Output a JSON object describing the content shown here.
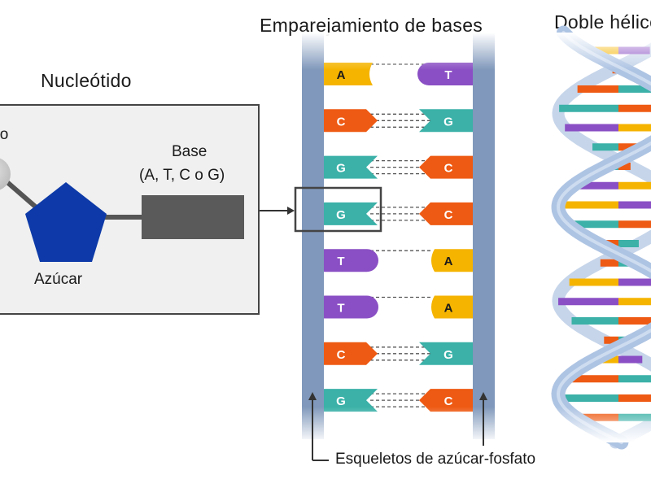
{
  "titles": {
    "nucleotide": "Nucleótido",
    "base_pairing": "Emparejamiento de bases",
    "double_helix": "Doble hélice"
  },
  "labels": {
    "phosphate": "Fosfato",
    "sugar": "Azúcar",
    "base": "Base",
    "base_options": "(A, T, C o G)",
    "backbones": "Esqueletos de azúcar-fosfato"
  },
  "colors": {
    "A": "#f5b400",
    "T": "#8a4fc4",
    "C": "#ee5a13",
    "G": "#3bb1a8",
    "sugar": "#0d3aa8",
    "base_block": "#5a5a5a",
    "backbone": "#8098bb",
    "helix_strand": "#aec4e3",
    "box_fill": "#f0f0f0"
  },
  "base_pairs": [
    {
      "left": "A",
      "right": "T"
    },
    {
      "left": "C",
      "right": "G"
    },
    {
      "left": "G",
      "right": "C"
    },
    {
      "left": "G",
      "right": "C"
    },
    {
      "left": "T",
      "right": "A"
    },
    {
      "left": "T",
      "right": "A"
    },
    {
      "left": "C",
      "right": "G"
    },
    {
      "left": "G",
      "right": "C"
    }
  ],
  "helix_rungs": [
    {
      "left": "A",
      "right": "T"
    },
    {
      "left": "C",
      "right": "G"
    },
    {
      "left": "C",
      "right": "G"
    },
    {
      "left": "G",
      "right": "C"
    },
    {
      "left": "T",
      "right": "A"
    },
    {
      "left": "G",
      "right": "C"
    },
    {
      "left": "G",
      "right": "C"
    },
    {
      "left": "T",
      "right": "A"
    },
    {
      "left": "A",
      "right": "T"
    },
    {
      "left": "G",
      "right": "C"
    },
    {
      "left": "C",
      "right": "G"
    },
    {
      "left": "C",
      "right": "G"
    },
    {
      "left": "A",
      "right": "T"
    },
    {
      "left": "T",
      "right": "A"
    },
    {
      "left": "G",
      "right": "C"
    },
    {
      "left": "C",
      "right": "G"
    },
    {
      "left": "A",
      "right": "T"
    },
    {
      "left": "C",
      "right": "G"
    },
    {
      "left": "G",
      "right": "C"
    },
    {
      "left": "C",
      "right": "G"
    }
  ]
}
